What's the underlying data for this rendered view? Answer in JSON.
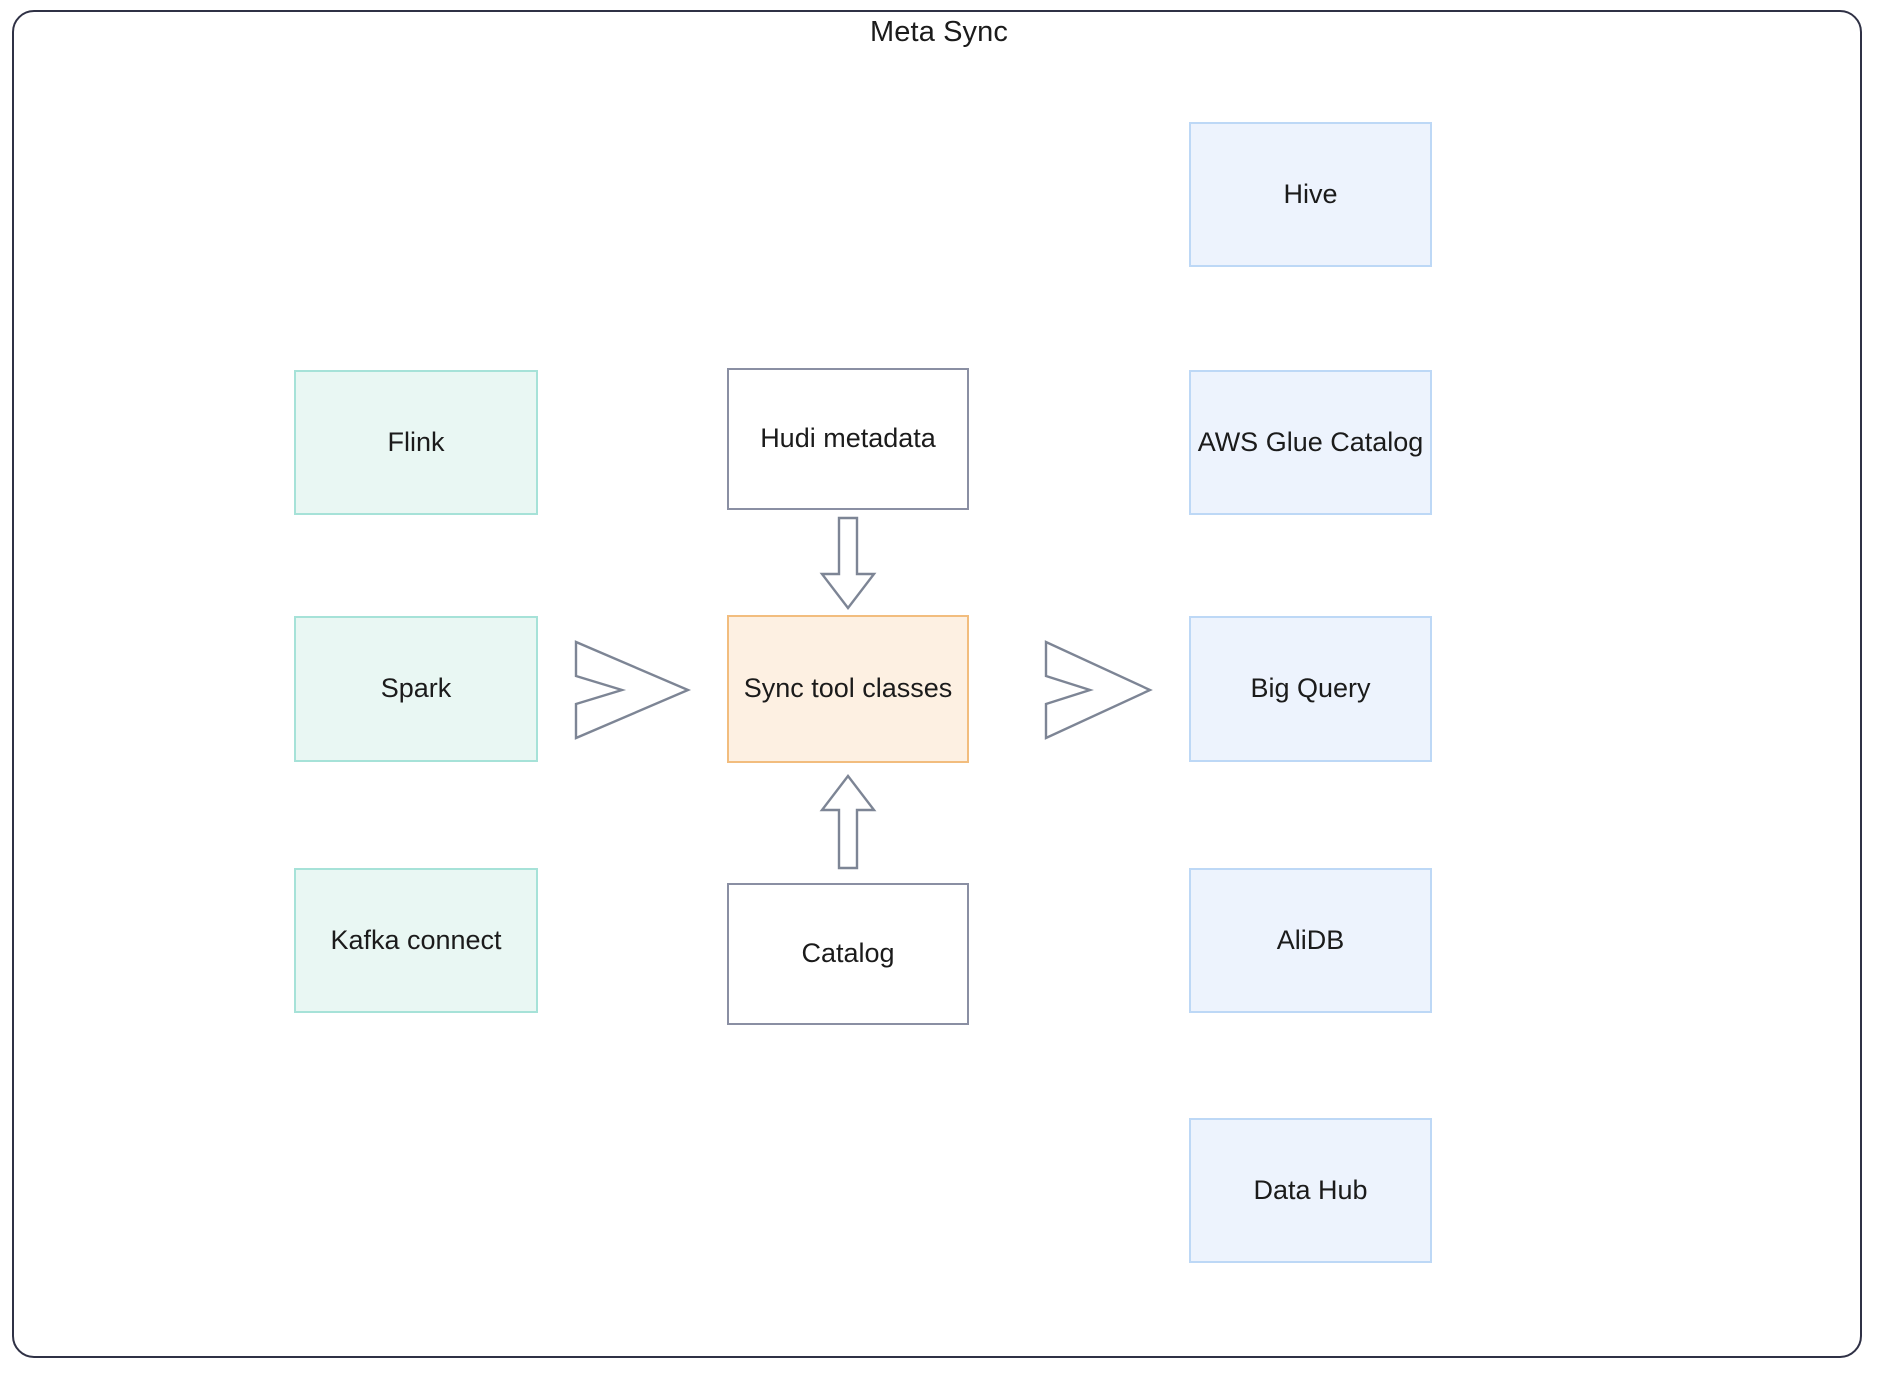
{
  "diagram": {
    "title": "Meta Sync",
    "type": "block-flow-diagram",
    "colors": {
      "frame_border": "#2f3145",
      "source_fill": "#e9f7f3",
      "source_border": "#a6e2d8",
      "plain_fill": "#ffffff",
      "plain_border": "#8a8fa3",
      "core_fill": "#fdf0e2",
      "core_border": "#f2bd7e",
      "target_fill": "#edf3fd",
      "target_border": "#bdd8f6",
      "arrow_stroke": "#7d8595",
      "text": "#1b1b1b"
    },
    "sources": [
      {
        "id": "flink",
        "label": "Flink"
      },
      {
        "id": "spark",
        "label": "Spark"
      },
      {
        "id": "kafka-connect",
        "label": "Kafka connect"
      }
    ],
    "inputs": [
      {
        "id": "hudi-metadata",
        "label": "Hudi metadata"
      },
      {
        "id": "catalog",
        "label": "Catalog"
      }
    ],
    "core": {
      "id": "sync-tool-classes",
      "label": "Sync tool classes"
    },
    "targets": [
      {
        "id": "hive",
        "label": "Hive"
      },
      {
        "id": "aws-glue-catalog",
        "label": "AWS Glue Catalog"
      },
      {
        "id": "big-query",
        "label": "Big Query"
      },
      {
        "id": "alidb",
        "label": "AliDB"
      },
      {
        "id": "data-hub",
        "label": "Data Hub"
      }
    ],
    "arrows": [
      {
        "id": "sources-to-core",
        "direction": "right"
      },
      {
        "id": "core-to-targets",
        "direction": "right"
      },
      {
        "id": "hudi-to-core",
        "direction": "down"
      },
      {
        "id": "catalog-to-core",
        "direction": "up"
      }
    ]
  }
}
